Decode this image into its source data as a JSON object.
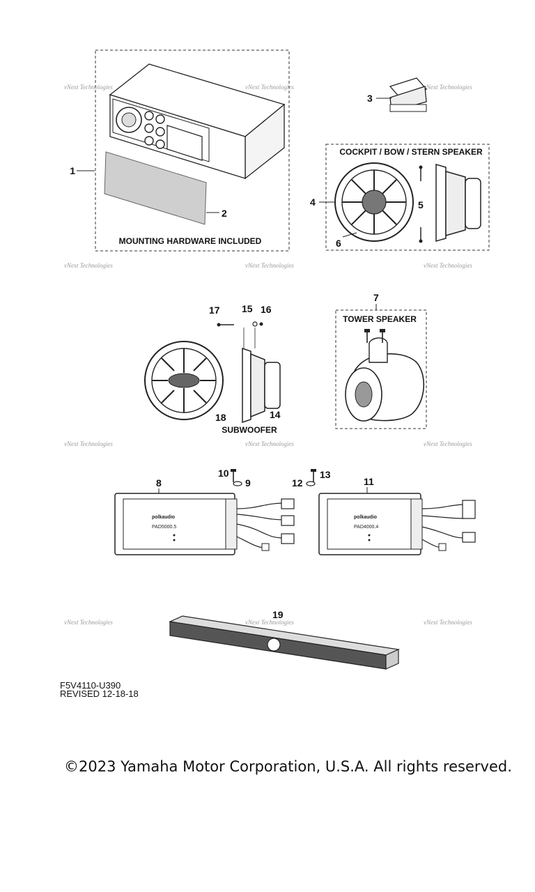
{
  "headings": {
    "mounting_hardware": "MOUNTING HARDWARE INCLUDED",
    "cockpit_speaker": "COCKPIT / BOW / STERN SPEAKER",
    "tower_speaker": "TOWER  SPEAKER",
    "subwoofer": "SUBWOOFER"
  },
  "callouts": {
    "c1": "1",
    "c2": "2",
    "c3": "3",
    "c4": "4",
    "c5": "5",
    "c6": "6",
    "c7": "7",
    "c8": "8",
    "c9": "9",
    "c10": "10",
    "c11": "11",
    "c12": "12",
    "c13": "13",
    "c14": "14",
    "c15": "15",
    "c16": "16",
    "c17": "17",
    "c18": "18",
    "c19": "19"
  },
  "amp_labels": {
    "amp8_brand": "polkaudio",
    "amp8_model": "PAD5000.5",
    "amp11_brand": "polkaudio",
    "amp11_model": "PAD4000.4"
  },
  "watermark": "vNext Technologies",
  "doc_code": {
    "part_number": "F5V4110-U390",
    "revised": "REVISED 12-18-18"
  },
  "copyright": "©2023 Yamaha Motor Corporation, U.S.A. All rights reserved."
}
